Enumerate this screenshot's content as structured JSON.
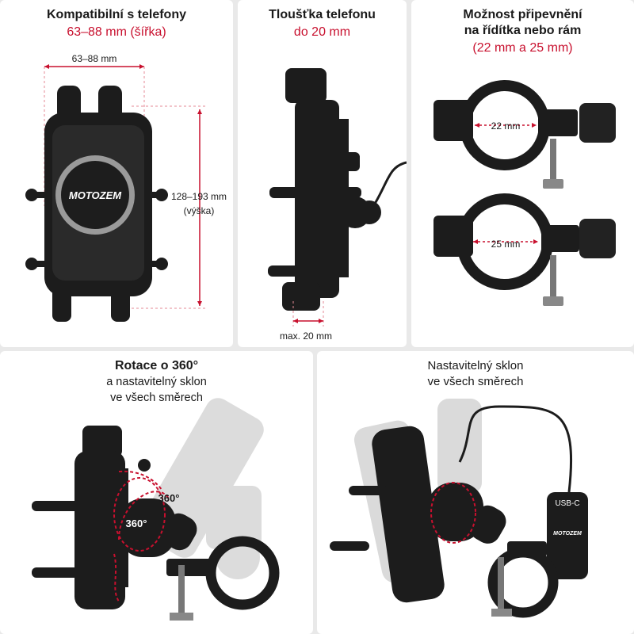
{
  "panel1": {
    "title": "Kompatibilní s telefony",
    "subtitle": "63–88 mm (šířka)",
    "width_label": "63–88 mm",
    "height_label_line1": "128–193 mm",
    "height_label_line2": "(výška)",
    "brand": "MOTOZEM"
  },
  "panel2": {
    "title": "Tloušťka telefonu",
    "subtitle": "do 20 mm",
    "depth_label": "max. 20 mm"
  },
  "panel3": {
    "title_line1": "Možnost připevnění",
    "title_line2": "na řídítka nebo rám",
    "subtitle": "(22 mm a 25 mm)",
    "clamp1_label": "22 mm",
    "clamp2_label": "25 mm"
  },
  "panel4": {
    "title": "Rotace o 360°",
    "sub_line1": "a nastavitelný sklon",
    "sub_line2": "ve všech směrech",
    "rotation_label1": "360°",
    "rotation_label2": "360°"
  },
  "panel5": {
    "title": "Nastavitelný sklon",
    "sub_line1": "ve všech směrech",
    "usb_label": "USB-C",
    "brand": "MOTOZEM"
  },
  "colors": {
    "accent": "#c8102e",
    "product": "#1c1c1c",
    "ghost": "#cfcfcf"
  }
}
